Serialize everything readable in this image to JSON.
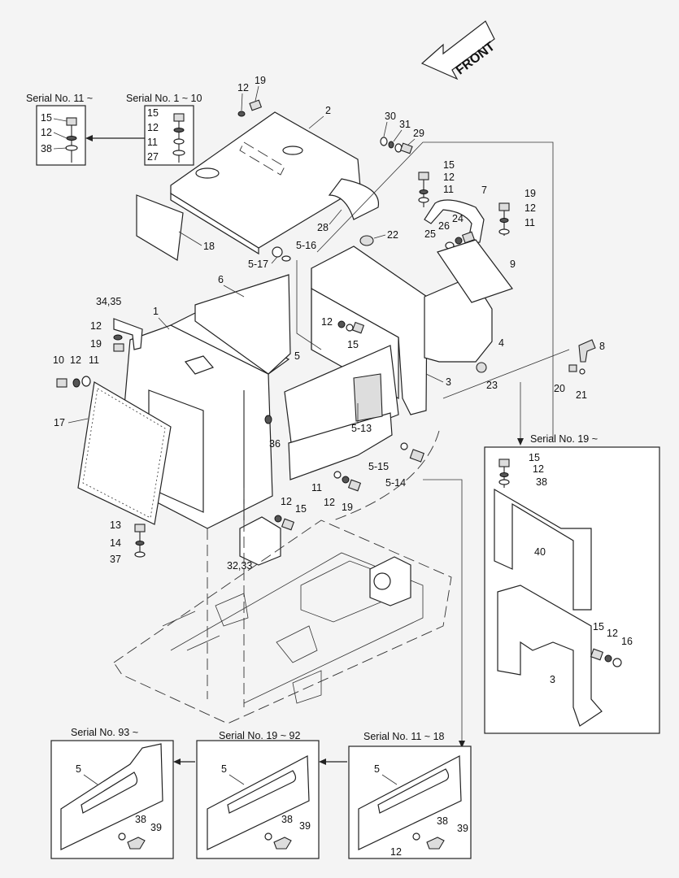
{
  "front_label": "FRONT",
  "serial_boxes": {
    "s11_top": "Serial No. 11 ~",
    "s1_10": "Serial No. 1 ~ 10",
    "s19_right": "Serial No. 19 ~",
    "s93": "Serial No. 93 ~",
    "s19_92": "Serial No. 19 ~ 92",
    "s11_18": "Serial No. 11 ~ 18"
  },
  "callouts": {
    "c12a": "12",
    "c19a": "19",
    "c2": "2",
    "c30": "30",
    "c31": "31",
    "c29": "29",
    "c15a": "15",
    "c12b": "12",
    "c11a": "11",
    "c7": "7",
    "c19b": "19",
    "c12c": "12",
    "c11b": "11",
    "c24": "24",
    "c26": "26",
    "c25": "25",
    "c22": "22",
    "c28": "28",
    "c18": "18",
    "c5_16": "5-16",
    "c5_17": "5-17",
    "c9": "9",
    "c6": "6",
    "c1": "1",
    "c34_35": "34,35",
    "c12d": "12",
    "c19c": "19",
    "c10": "10",
    "c12e": "12",
    "c11c": "11",
    "c12f": "12",
    "c15b": "15",
    "c5": "5",
    "c4": "4",
    "c8": "8",
    "c20": "20",
    "c21": "21",
    "c23": "23",
    "c3": "3",
    "c17": "17",
    "c36": "36",
    "c5_13": "5-13",
    "c5_15": "5-15",
    "c5_14": "5-14",
    "c11d": "11",
    "c12g": "12",
    "c19d": "19",
    "c12h": "12",
    "c15c": "15",
    "c13": "13",
    "c14": "14",
    "c37": "37",
    "c32_33": "32,33",
    "b1_15": "15",
    "b1_12": "12",
    "b1_38": "38",
    "b2_15": "15",
    "b2_12": "12",
    "b2_11": "11",
    "b2_27": "27",
    "r_15": "15",
    "r_12": "12",
    "r_38": "38",
    "r_40": "40",
    "r_15b": "15",
    "r_12b": "12",
    "r_16": "16",
    "r_3": "3",
    "p1_5": "5",
    "p1_38": "38",
    "p1_39": "39",
    "p2_5": "5",
    "p2_38": "38",
    "p2_39": "39",
    "p3_5": "5",
    "p3_38": "38",
    "p3_39": "39",
    "p3_12": "12"
  }
}
